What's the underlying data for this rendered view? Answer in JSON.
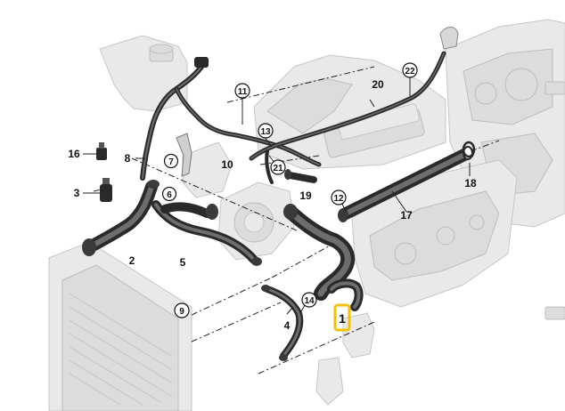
{
  "callouts": {
    "c1": "1",
    "c2": "2",
    "c3": "3",
    "c4": "4",
    "c5": "5",
    "c6": "6",
    "c7": "7",
    "c8": "8",
    "c9": "9",
    "c10": "10",
    "c11": "11",
    "c12": "12",
    "c13": "13",
    "c14": "14",
    "c16": "16",
    "c17": "17",
    "c18": "18",
    "c19": "19",
    "c20": "20",
    "c21": "21",
    "c22": "22"
  },
  "colors": {
    "highlight_box": "#f2c200",
    "hose": "#2a2a2a",
    "ghost_part": "#e9e9e9"
  }
}
